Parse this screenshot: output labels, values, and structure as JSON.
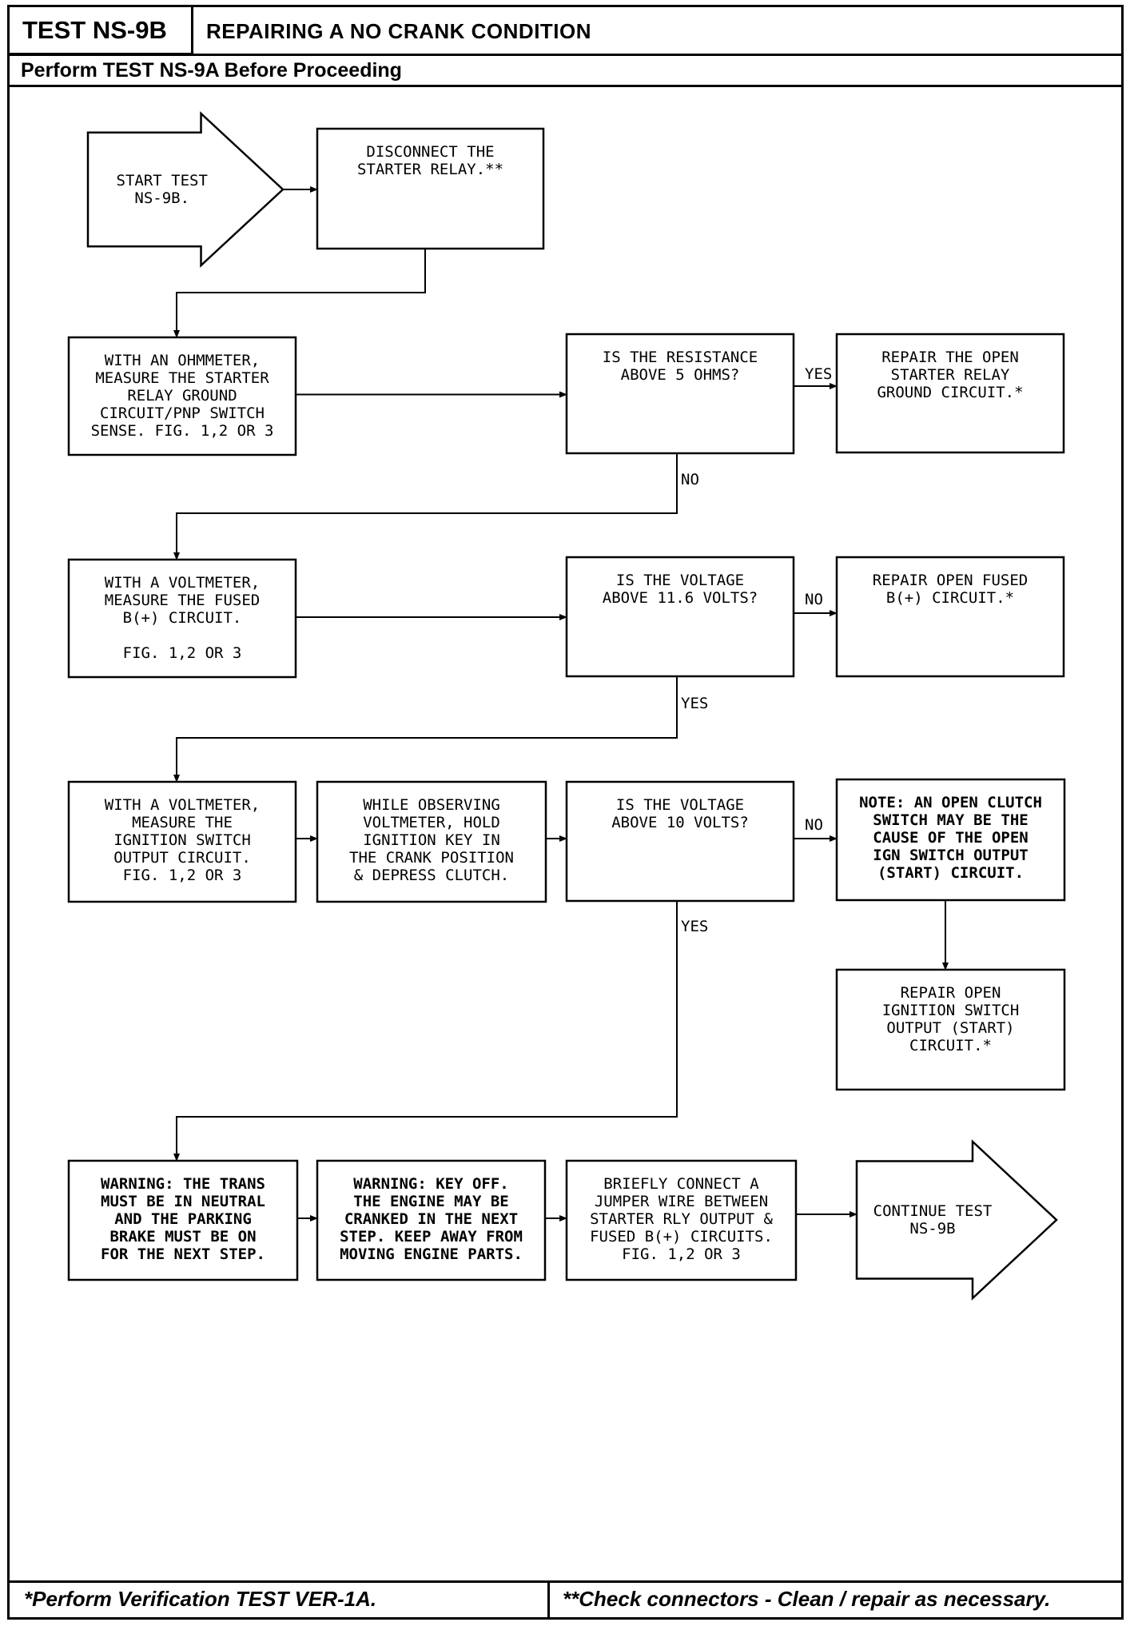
{
  "header": {
    "test_id": "TEST NS-9B",
    "title": "REPAIRING A NO CRANK CONDITION",
    "prerequisite": "Perform TEST NS-9A Before Proceeding"
  },
  "nodes": [
    {
      "id": "start",
      "shape": "arrow",
      "lines": [
        "START TEST",
        "NS-9B."
      ]
    },
    {
      "id": "disconnect",
      "shape": "rect",
      "lines": [
        "DISCONNECT THE",
        "STARTER RELAY.**"
      ]
    },
    {
      "id": "measure-ground",
      "shape": "rect",
      "lines": [
        "WITH AN OHMMETER,",
        "MEASURE THE STARTER",
        "RELAY GROUND",
        "CIRCUIT/PNP SWITCH",
        "SENSE. FIG. 1,2 OR 3"
      ]
    },
    {
      "id": "q-resistance",
      "shape": "rect",
      "lines": [
        "IS THE RESISTANCE",
        "ABOVE 5 OHMS?"
      ]
    },
    {
      "id": "repair-ground",
      "shape": "rect",
      "lines": [
        "REPAIR THE OPEN",
        "STARTER RELAY",
        "GROUND CIRCUIT.*"
      ]
    },
    {
      "id": "measure-fused",
      "shape": "rect",
      "lines": [
        "WITH A VOLTMETER,",
        "MEASURE THE FUSED",
        "B(+) CIRCUIT.",
        "",
        "FIG. 1,2 OR 3"
      ]
    },
    {
      "id": "q-voltage-116",
      "shape": "rect",
      "lines": [
        "IS THE VOLTAGE",
        "ABOVE 11.6 VOLTS?"
      ]
    },
    {
      "id": "repair-fused",
      "shape": "rect",
      "lines": [
        "REPAIR OPEN FUSED",
        "B(+) CIRCUIT.*"
      ]
    },
    {
      "id": "measure-ignition",
      "shape": "rect",
      "lines": [
        "WITH A VOLTMETER,",
        "MEASURE THE",
        "IGNITION SWITCH",
        "OUTPUT CIRCUIT.",
        "FIG. 1,2 OR 3"
      ]
    },
    {
      "id": "observe",
      "shape": "rect",
      "lines": [
        "WHILE OBSERVING",
        "VOLTMETER, HOLD",
        "IGNITION KEY IN",
        "THE CRANK POSITION",
        "& DEPRESS CLUTCH."
      ]
    },
    {
      "id": "q-voltage-10",
      "shape": "rect",
      "lines": [
        "IS THE VOLTAGE",
        "ABOVE 10 VOLTS?"
      ]
    },
    {
      "id": "note-clutch",
      "shape": "rect",
      "bold": true,
      "lines": [
        "NOTE: AN OPEN CLUTCH",
        "SWITCH MAY BE THE",
        "CAUSE OF THE OPEN",
        "IGN SWITCH OUTPUT",
        "(START) CIRCUIT."
      ]
    },
    {
      "id": "repair-ignition",
      "shape": "rect",
      "lines": [
        "REPAIR OPEN",
        "IGNITION SWITCH",
        "OUTPUT (START)",
        "CIRCUIT.*"
      ]
    },
    {
      "id": "warning-trans",
      "shape": "rect",
      "bold": true,
      "lines": [
        "WARNING: THE TRANS",
        "MUST BE IN NEUTRAL",
        "AND THE PARKING",
        "BRAKE MUST BE ON",
        "FOR THE NEXT STEP."
      ]
    },
    {
      "id": "warning-key",
      "shape": "rect",
      "bold": true,
      "lines": [
        "WARNING: KEY OFF.",
        "THE ENGINE MAY BE",
        "CRANKED IN THE NEXT",
        "STEP. KEEP AWAY FROM",
        "MOVING ENGINE PARTS."
      ]
    },
    {
      "id": "jumper",
      "shape": "rect",
      "lines": [
        "BRIEFLY CONNECT A",
        "JUMPER WIRE BETWEEN",
        "STARTER RLY OUTPUT &",
        "FUSED B(+) CIRCUITS.",
        "FIG. 1,2 OR 3"
      ]
    },
    {
      "id": "continue",
      "shape": "arrow",
      "lines": [
        "CONTINUE TEST",
        "NS-9B"
      ]
    }
  ],
  "edges": [
    {
      "from": "start",
      "to": "disconnect",
      "label": ""
    },
    {
      "from": "disconnect",
      "to": "measure-ground",
      "label": ""
    },
    {
      "from": "measure-ground",
      "to": "q-resistance",
      "label": ""
    },
    {
      "from": "q-resistance",
      "to": "repair-ground",
      "label": "YES"
    },
    {
      "from": "q-resistance",
      "to": "measure-fused",
      "label": "NO"
    },
    {
      "from": "measure-fused",
      "to": "q-voltage-116",
      "label": ""
    },
    {
      "from": "q-voltage-116",
      "to": "repair-fused",
      "label": "NO"
    },
    {
      "from": "q-voltage-116",
      "to": "measure-ignition",
      "label": "YES"
    },
    {
      "from": "measure-ignition",
      "to": "observe",
      "label": ""
    },
    {
      "from": "observe",
      "to": "q-voltage-10",
      "label": ""
    },
    {
      "from": "q-voltage-10",
      "to": "note-clutch",
      "label": "NO"
    },
    {
      "from": "note-clutch",
      "to": "repair-ignition",
      "label": ""
    },
    {
      "from": "q-voltage-10",
      "to": "warning-trans",
      "label": "YES"
    },
    {
      "from": "warning-trans",
      "to": "warning-key",
      "label": ""
    },
    {
      "from": "warning-key",
      "to": "jumper",
      "label": ""
    },
    {
      "from": "jumper",
      "to": "continue",
      "label": ""
    }
  ],
  "footer": {
    "left": "*Perform Verification TEST VER-1A.",
    "right": "**Check connectors - Clean / repair as necessary."
  }
}
